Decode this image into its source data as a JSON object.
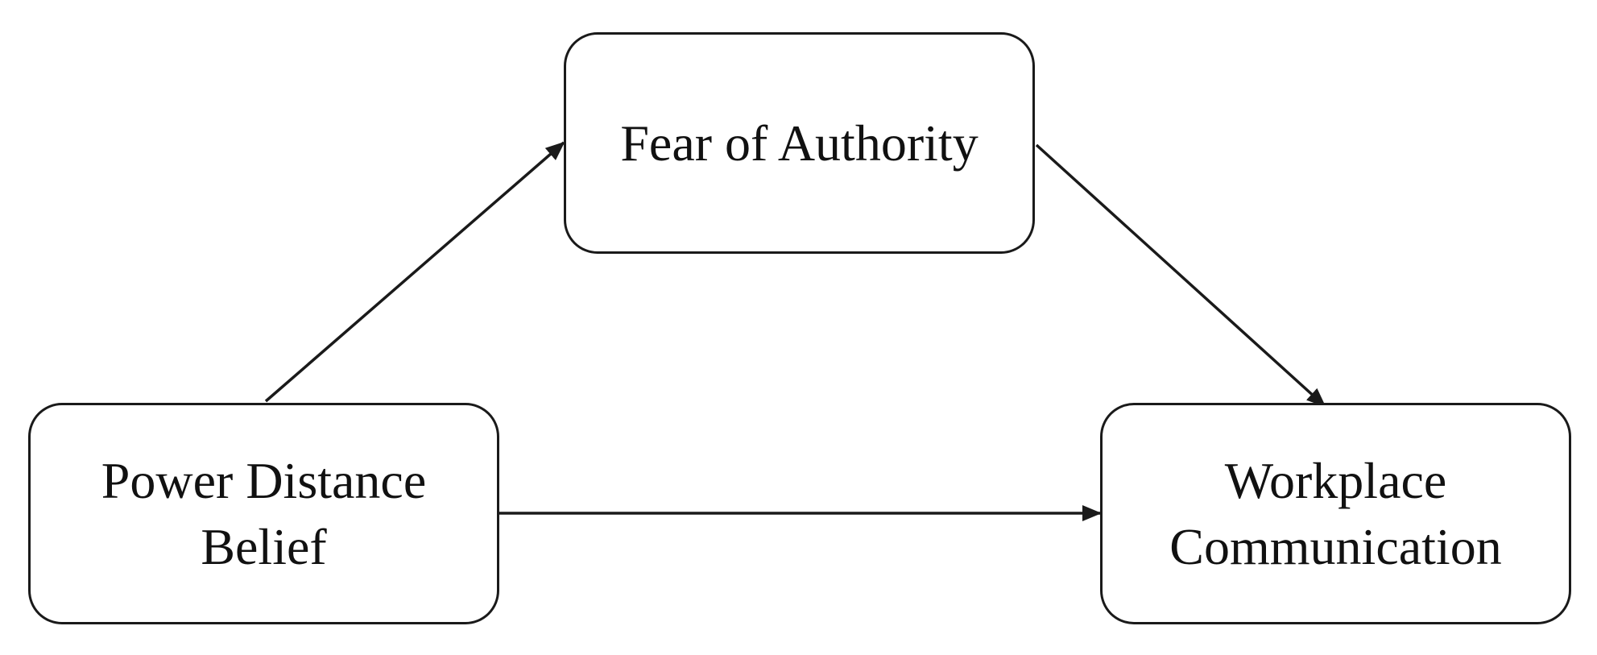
{
  "nodes": {
    "fear_of_authority": "Fear of Authority",
    "power_distance_belief": "Power Distance\nBelief",
    "workplace_communication": "Workplace\nCommunication"
  },
  "edges": [
    {
      "from": "power_distance_belief",
      "to": "fear_of_authority"
    },
    {
      "from": "fear_of_authority",
      "to": "workplace_communication"
    },
    {
      "from": "power_distance_belief",
      "to": "workplace_communication"
    }
  ],
  "colors": {
    "stroke": "#1a1a1a",
    "text": "#111111",
    "background": "#ffffff"
  }
}
